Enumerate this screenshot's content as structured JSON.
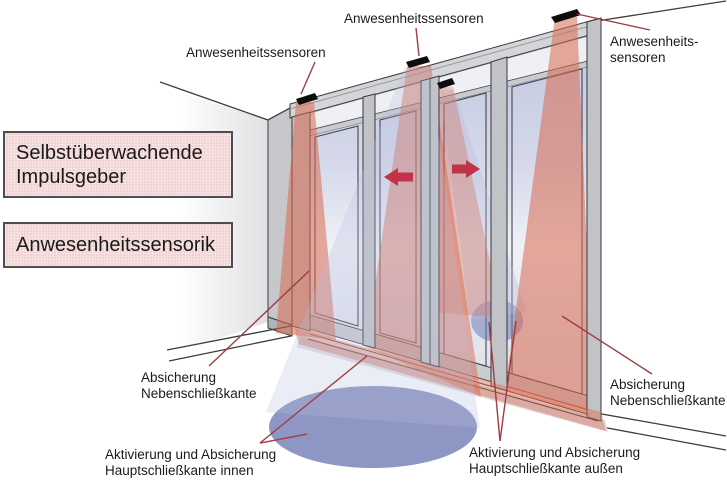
{
  "diagram": {
    "legend_boxes": [
      {
        "label": "Selbstüberwachende\nImpulsgeber"
      },
      {
        "label": "Anwesenheitssensorik"
      }
    ],
    "sensor_labels": {
      "top_left": "Anwesenheitssensoren",
      "top_middle": "Anwesenheitssensoren",
      "top_right": "Anwesenheits-\nsensoren"
    },
    "zone_labels": {
      "secondary_closing_edge_left": "Absicherung\nNebenschließkante",
      "main_closing_edge_inner": "Aktivierung und Absicherung\nHauptschließkante innen",
      "main_closing_edge_outer": "Aktivierung und Absicherung\nHauptschließkante außen",
      "secondary_closing_edge_right": "Absicherung\nNebenschließkante"
    }
  },
  "colors": {
    "detection_zone": "#d96a50",
    "activation_zone": "#727cb5",
    "light_cone": "#b6bedd",
    "arrow": "#c23249",
    "leader_line": "#a03c44",
    "box_fill": "#f1d3d3",
    "box_border": "#4d4d52",
    "sensor": "#0d0d0d",
    "frame": "#c2c3c7",
    "text": "#1b1b1b"
  }
}
